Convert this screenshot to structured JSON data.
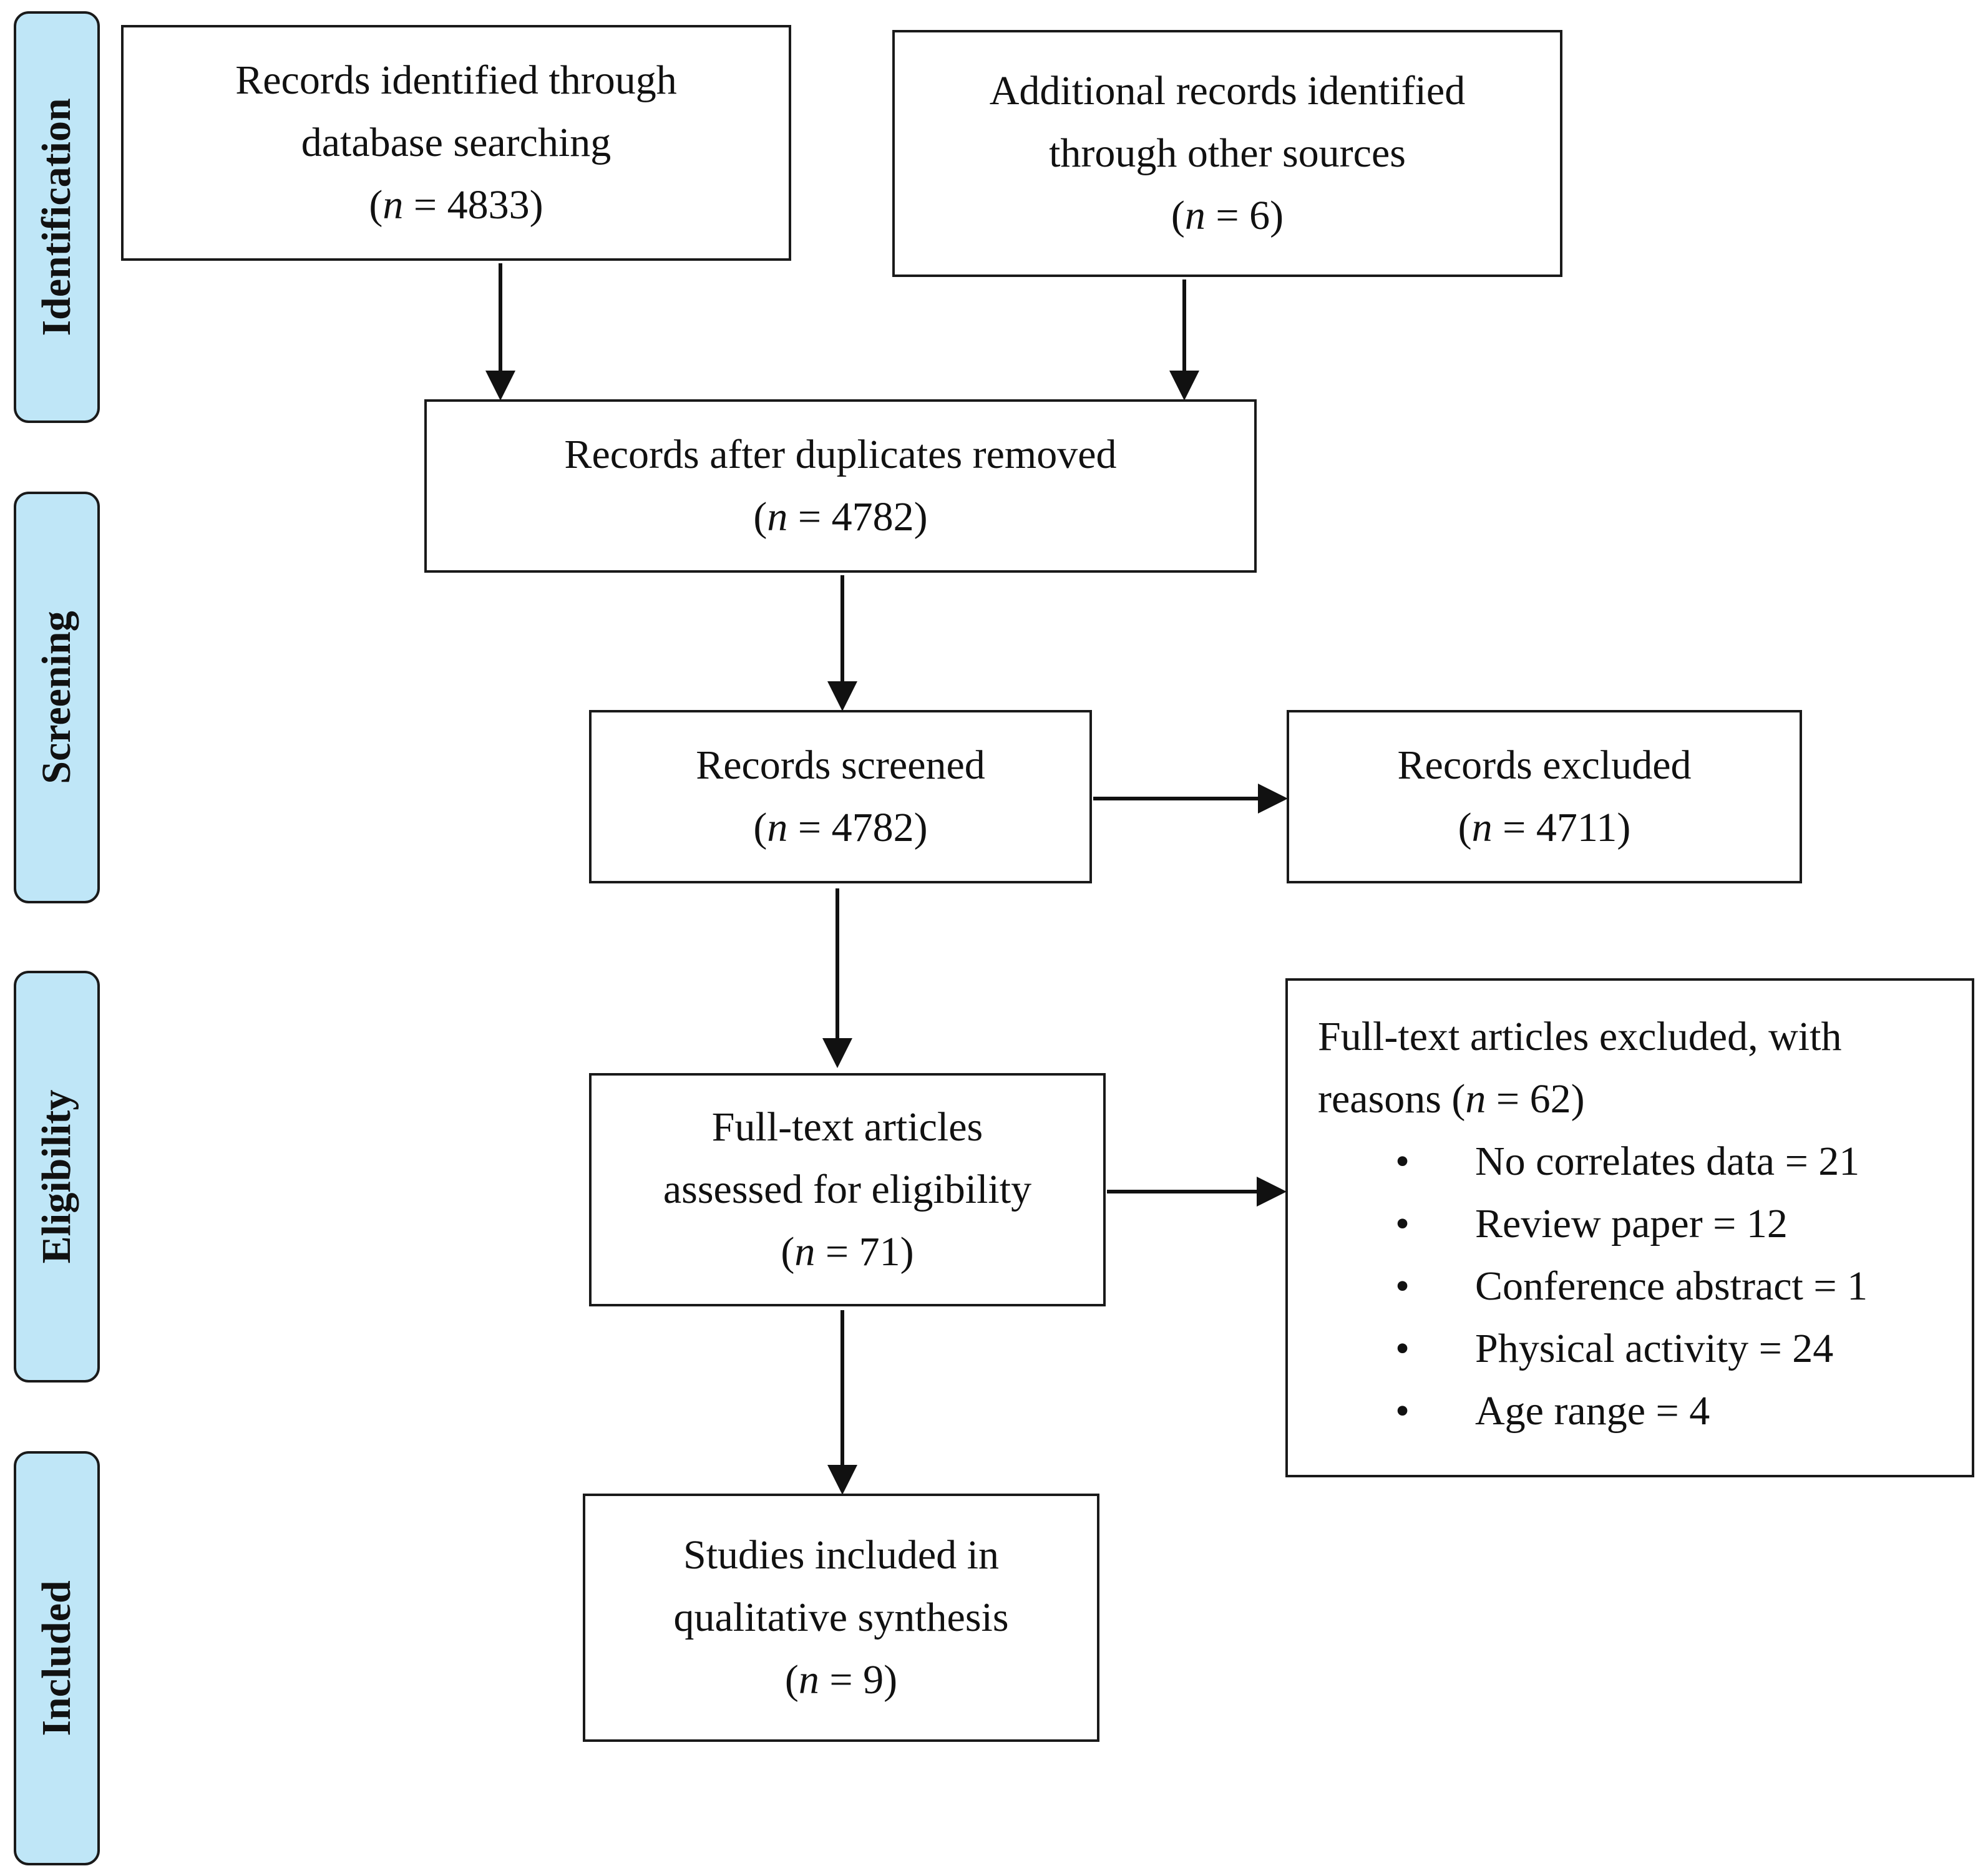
{
  "phases": {
    "identification": "Identification",
    "screening": "Screening",
    "eligibility": "Eligibility",
    "included": "Included"
  },
  "boxes": {
    "database": {
      "lines": [
        "Records identified through",
        "database searching"
      ],
      "n_label": "n",
      "n_value": "4833"
    },
    "other_sources": {
      "lines": [
        "Additional records identified",
        "through other sources"
      ],
      "n_label": "n",
      "n_value": "6"
    },
    "after_duplicates": {
      "lines": [
        "Records after duplicates removed"
      ],
      "n_label": "n",
      "n_value": "4782"
    },
    "screened": {
      "lines": [
        "Records screened"
      ],
      "n_label": "n",
      "n_value": "4782"
    },
    "excluded": {
      "lines": [
        "Records excluded"
      ],
      "n_label": "n",
      "n_value": "4711"
    },
    "full_text": {
      "lines": [
        "Full-text articles",
        "assessed for eligibility"
      ],
      "n_label": "n",
      "n_value": "71"
    },
    "full_text_excluded": {
      "line1": "Full-text articles excluded, with",
      "line2_prefix": "reasons (",
      "n_label": "n",
      "n_value": "62",
      "bullet": "•",
      "reasons": [
        "No correlates data = 21",
        "Review paper = 12",
        "Conference abstract = 1",
        "Physical activity = 24",
        "Age range = 4"
      ]
    },
    "included_studies": {
      "lines": [
        "Studies included in",
        "qualitative synthesis"
      ],
      "n_label": "n",
      "n_value": "9"
    }
  }
}
